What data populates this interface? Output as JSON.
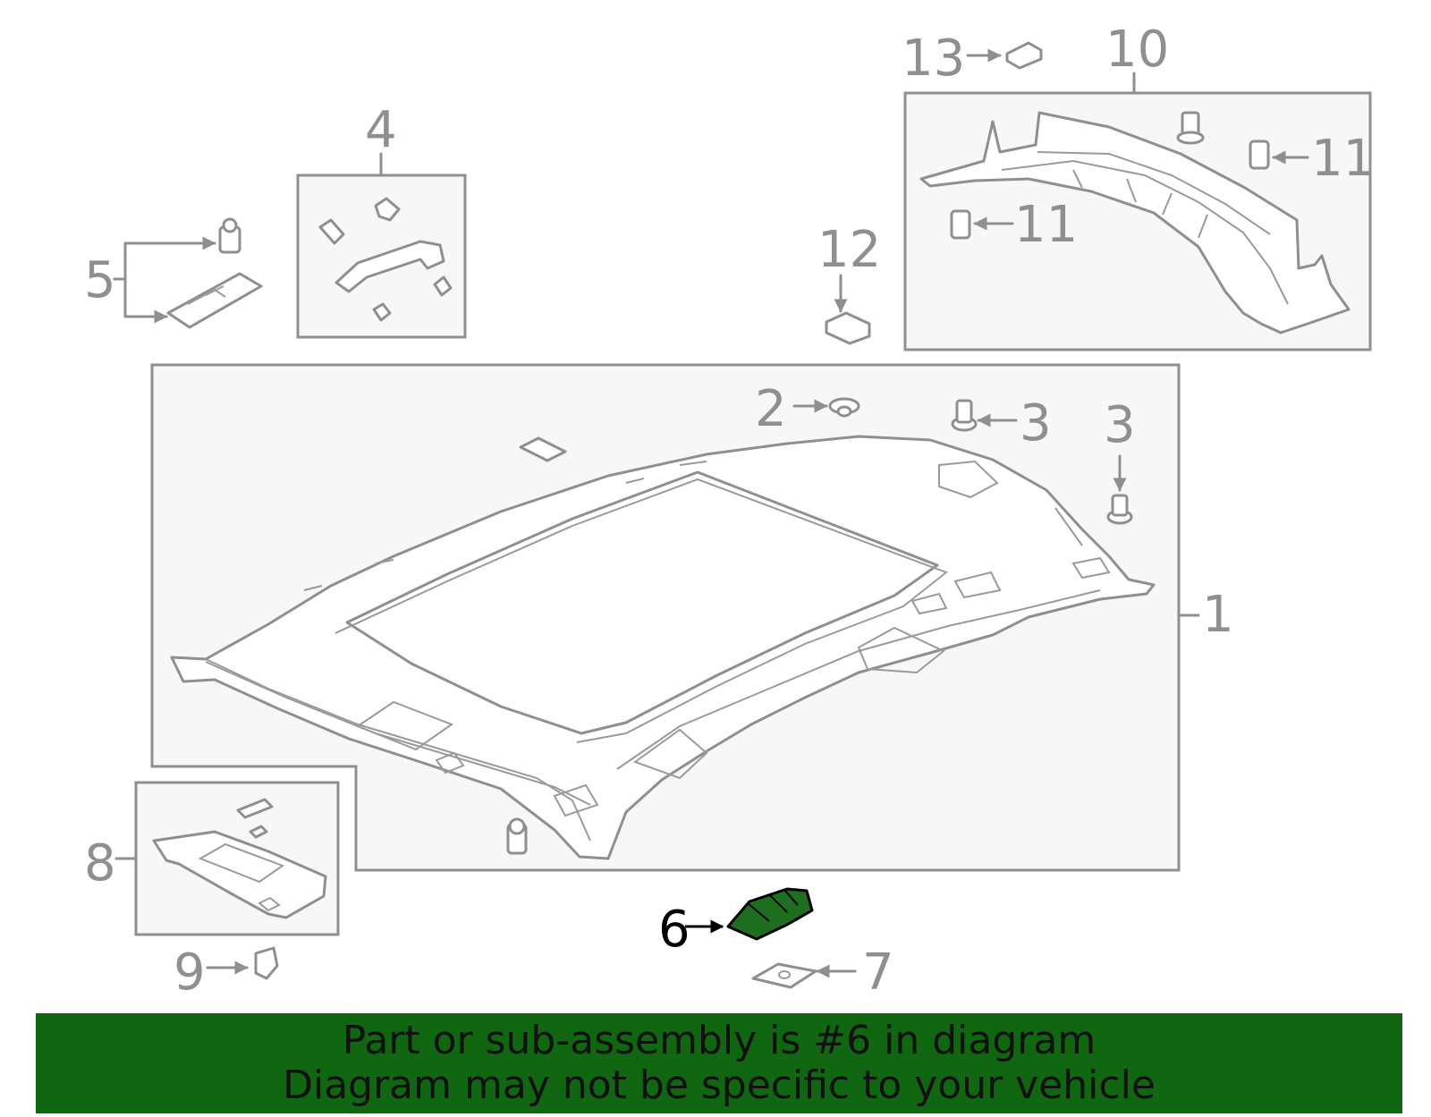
{
  "callouts": {
    "c1": "1",
    "c2": "2",
    "c3a": "3",
    "c3b": "3",
    "c4": "4",
    "c5": "5",
    "c6": "6",
    "c7": "7",
    "c8": "8",
    "c9": "9",
    "c10": "10",
    "c11a": "11",
    "c11b": "11",
    "c12": "12",
    "c13": "13"
  },
  "highlight": {
    "part_number": "6",
    "color": "#1f6e1f"
  },
  "banner": {
    "line1": "Part or sub-assembly is #6 in diagram",
    "line2": "Diagram may not be specific to your vehicle",
    "background": "#116611"
  }
}
